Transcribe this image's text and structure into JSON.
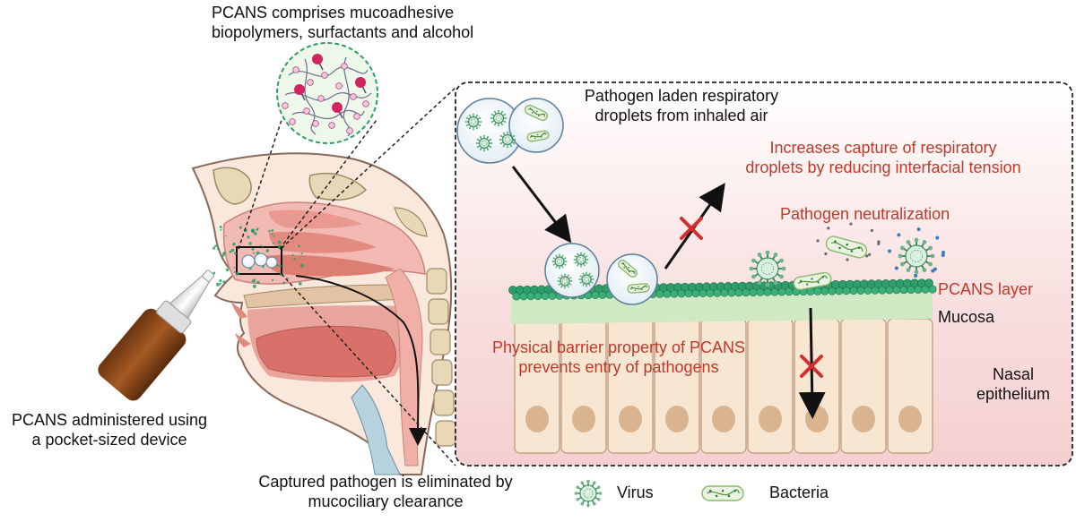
{
  "labels": {
    "top_line1": "PCANS comprises mucoadhesive",
    "top_line2": "biopolymers, surfactants and alcohol",
    "pathogen_line1": "Pathogen laden respiratory",
    "pathogen_line2": "droplets from inhaled air",
    "capture_line1": "Increases capture of respiratory",
    "capture_line2": "droplets by reducing interfacial tension",
    "neutralization": "Pathogen neutralization",
    "pcans_layer": "PCANS layer",
    "mucosa": "Mucosa",
    "barrier_line1": "Physical barrier property of PCANS",
    "barrier_line2": "prevents entry of pathogens",
    "nasal_line1": "Nasal",
    "nasal_line2": "epithelium",
    "admin_line1": "PCANS administered using",
    "admin_line2": "a pocket-sized device",
    "clear_line1": "Captured pathogen is eliminated by",
    "clear_line2": "mucociliary clearance"
  },
  "legend": {
    "virus": "Virus",
    "bacteria": "Bacteria"
  },
  "colors": {
    "pcans_red": "#c0392b",
    "mucosa_pink": "#f6dada",
    "epithelium": "#f7e6d2",
    "nucleus": "#d9b48f",
    "bead_green": "#2e9d6a",
    "mucosa_green": "#cfe9c4",
    "virus_green": "#3a8f5a",
    "bacteria_green": "#88b968"
  }
}
